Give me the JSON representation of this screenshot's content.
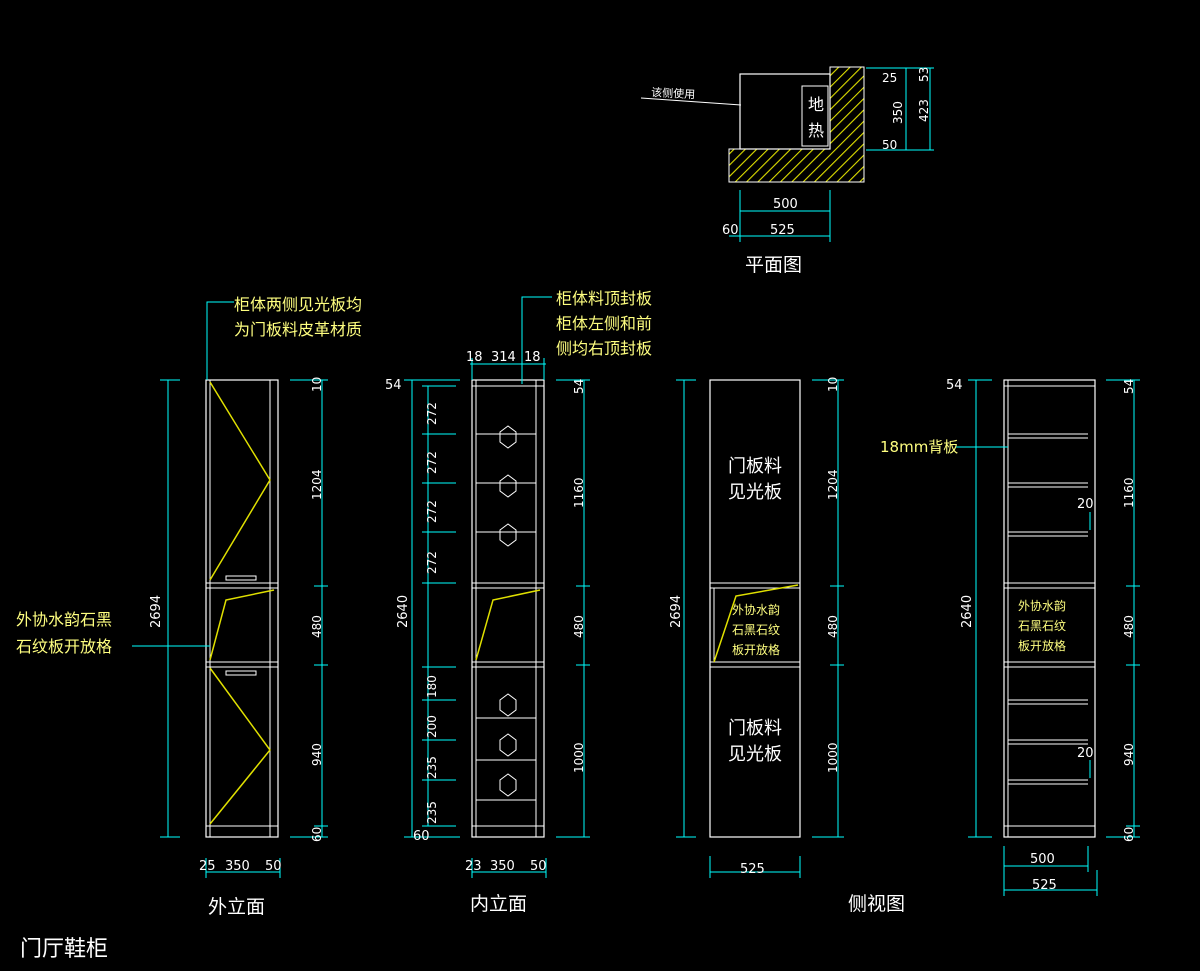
{
  "drawing_title": "门厅鞋柜",
  "colors": {
    "background": "#000000",
    "outline": "#ffffff",
    "dimension": "#00ffff",
    "annotation": "#ffff80",
    "door_swing": "#e0e000",
    "hatch": "#e0e000",
    "white_text": "#ffffff"
  },
  "plan": {
    "caption": "平面图",
    "note": "该侧使用",
    "heater_chars": [
      "地",
      "热"
    ],
    "dims_bottom": [
      "500",
      "60",
      "525"
    ],
    "dims_right": [
      "25",
      "350",
      "50",
      "53",
      "423"
    ]
  },
  "outer_elevation": {
    "caption": "外立面",
    "note_top": [
      "柜体两侧见光板均",
      "为门板料皮革材质"
    ],
    "note_side": [
      "外协水韵石黑",
      "石纹板开放格"
    ],
    "dims_left": [
      "2694"
    ],
    "dims_right": [
      "10",
      "1204",
      "480",
      "940",
      "60"
    ],
    "dims_bottom": [
      "25",
      "350",
      "50"
    ]
  },
  "inner_elevation": {
    "caption": "内立面",
    "note_top": [
      "柜体料顶封板",
      "柜体左侧和前",
      "侧均右顶封板"
    ],
    "dims_top": [
      "18",
      "314",
      "18"
    ],
    "dims_left": [
      "54",
      "272",
      "272",
      "272",
      "272",
      "2640",
      "180",
      "200",
      "235",
      "235",
      "60"
    ],
    "dims_right": [
      "54",
      "1160",
      "480",
      "1000"
    ],
    "dims_bottom": [
      "23",
      "350",
      "50"
    ]
  },
  "side_view": {
    "caption": "侧视图",
    "upper_label": [
      "门板料",
      "见光板"
    ],
    "middle_label": [
      "外协水韵",
      "石黑石纹",
      "板开放格"
    ],
    "lower_label": [
      "门板料",
      "见光板"
    ],
    "dims_left": [
      "2694"
    ],
    "dims_right": [
      "10",
      "1204",
      "480",
      "1000"
    ],
    "dims_bottom": [
      "525"
    ]
  },
  "back_view": {
    "note": "18mm背板",
    "middle_label": [
      "外协水韵",
      "石黑石纹",
      "板开放格"
    ],
    "dims_left": [
      "54",
      "2640"
    ],
    "dims_right": [
      "54",
      "1160",
      "480",
      "940",
      "60"
    ],
    "dims_inner": [
      "20",
      "20"
    ],
    "dims_bottom": [
      "500",
      "525"
    ]
  }
}
